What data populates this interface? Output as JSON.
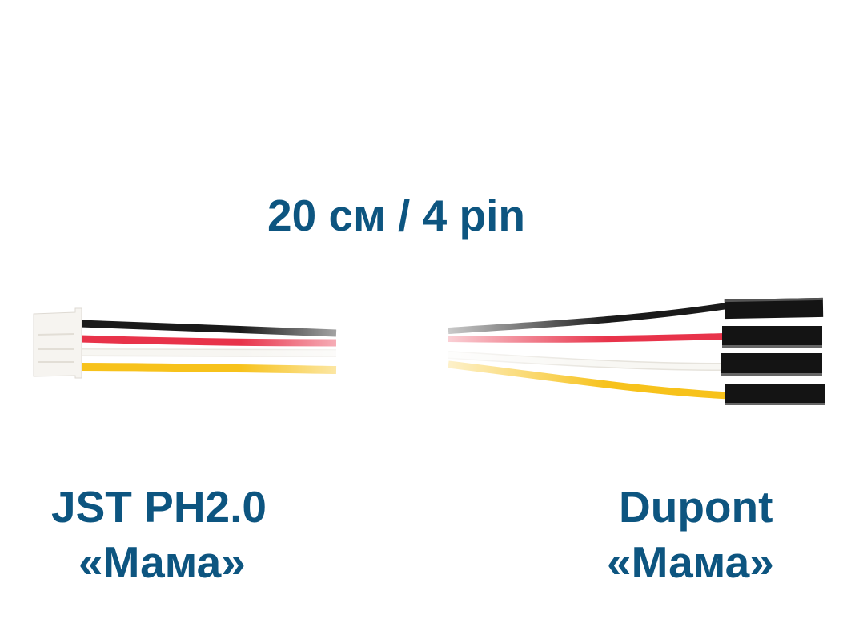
{
  "title": "20 см / 4 pin",
  "left_connector": {
    "line1": "JST PH2.0",
    "line2": "«Мама»"
  },
  "right_connector": {
    "line1": "Dupont",
    "line2": "«Мама»"
  },
  "colors": {
    "text": "#0d5580",
    "wire_black": "#1a1a1a",
    "wire_red": "#e8334a",
    "wire_white": "#f2f0ea",
    "wire_yellow": "#f7c21b",
    "dupont_housing": "#141414",
    "jst_housing": "#f5f3ef"
  },
  "wires": [
    "black",
    "red",
    "white",
    "yellow"
  ]
}
